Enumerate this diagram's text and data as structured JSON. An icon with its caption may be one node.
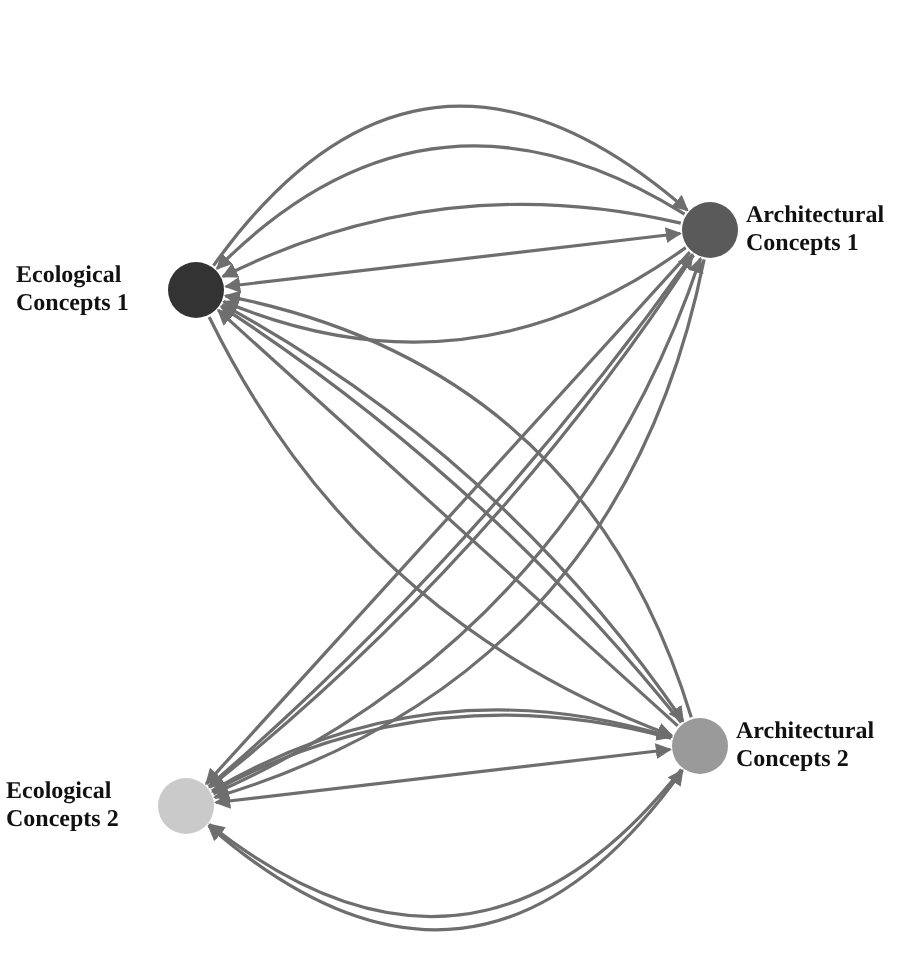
{
  "diagram": {
    "nodes": [
      {
        "text": [
          "Ecological Concepts 1"
        ]
      },
      {
        "text": [
          "Architectural Concepts 1"
        ]
      },
      {
        "text": [
          "Ecological Concepts 2"
        ]
      },
      {
        "text": [
          "Architectural Concepts 2"
        ]
      }
    ],
    "edges": [
      {
        "from": 0,
        "to": 1,
        "arrow": "to"
      },
      {
        "from": 1,
        "to": 0,
        "arrow": "to"
      },
      {
        "from": 0,
        "to": 1,
        "arrow": "both"
      },
      {
        "from": 1,
        "to": 0,
        "arrow": "to"
      },
      {
        "from": 1,
        "to": 0,
        "arrow": "to"
      },
      {
        "from": 2,
        "to": 3,
        "arrow": "both"
      },
      {
        "from": 3,
        "to": 2,
        "arrow": "to"
      },
      {
        "from": 2,
        "to": 3,
        "arrow": "both"
      },
      {
        "from": 2,
        "to": 3,
        "arrow": "to"
      },
      {
        "from": 3,
        "to": 2,
        "arrow": "to"
      },
      {
        "from": 3,
        "to": 0,
        "arrow": "to"
      },
      {
        "from": 3,
        "to": 0,
        "arrow": "to"
      },
      {
        "from": 0,
        "to": 3,
        "arrow": "to"
      },
      {
        "from": 0,
        "to": 3,
        "arrow": "to"
      },
      {
        "from": 1,
        "to": 2,
        "arrow": "to"
      },
      {
        "from": 2,
        "to": 1,
        "arrow": "to"
      },
      {
        "from": 1,
        "to": 2,
        "arrow": "to"
      },
      {
        "from": 2,
        "to": 1,
        "arrow": "to"
      },
      {
        "from": 3,
        "to": 0,
        "arrow": "to"
      },
      {
        "from": 1,
        "to": 2,
        "arrow": "to"
      }
    ]
  }
}
